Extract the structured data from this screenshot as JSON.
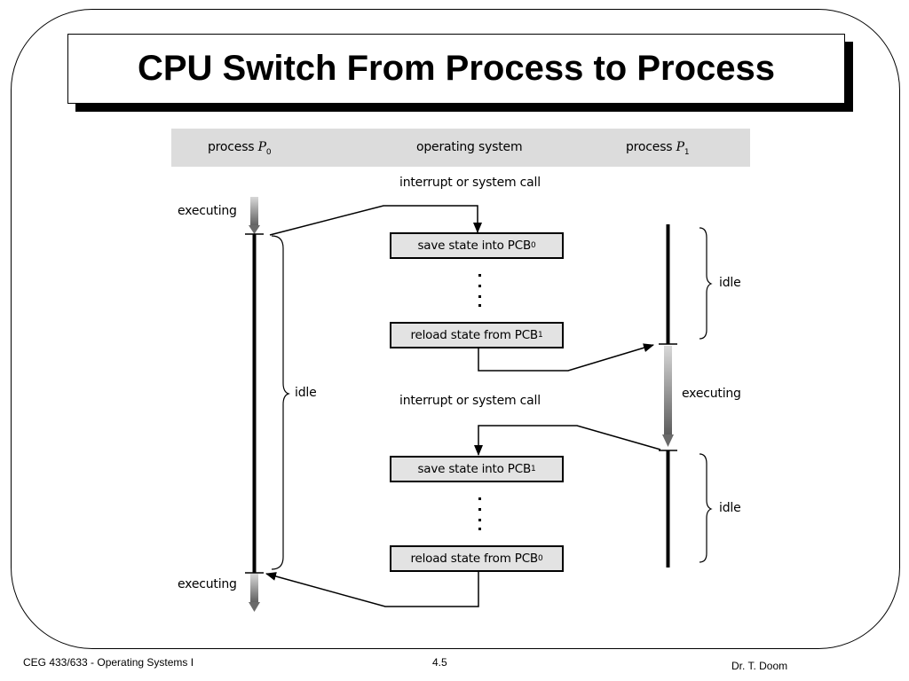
{
  "slide": {
    "title": "CPU Switch From Process to Process"
  },
  "diagram": {
    "columns": {
      "p0_text": "process ",
      "p0_var": "P",
      "p0_sub": "0",
      "os": "operating system",
      "p1_text": "process ",
      "p1_var": "P",
      "p1_sub": "1"
    },
    "interrupt_top": "interrupt or system call",
    "interrupt_mid": "interrupt or system call",
    "executing_p0_top": "executing",
    "executing_p0_bottom": "executing",
    "executing_p1": "executing",
    "idle_p0": "idle",
    "idle_p1_top": "idle",
    "idle_p1_bottom": "idle",
    "box1_text": "save state into PCB",
    "box1_sub": "0",
    "box2_text": "reload state from PCB",
    "box2_sub": "1",
    "box3_text": "save state into PCB",
    "box3_sub": "1",
    "box4_text": "reload state from PCB",
    "box4_sub": "0"
  },
  "footer": {
    "course": "CEG 433/633 - Operating Systems I",
    "page": "4.5",
    "author": "Dr. T. Doom"
  }
}
